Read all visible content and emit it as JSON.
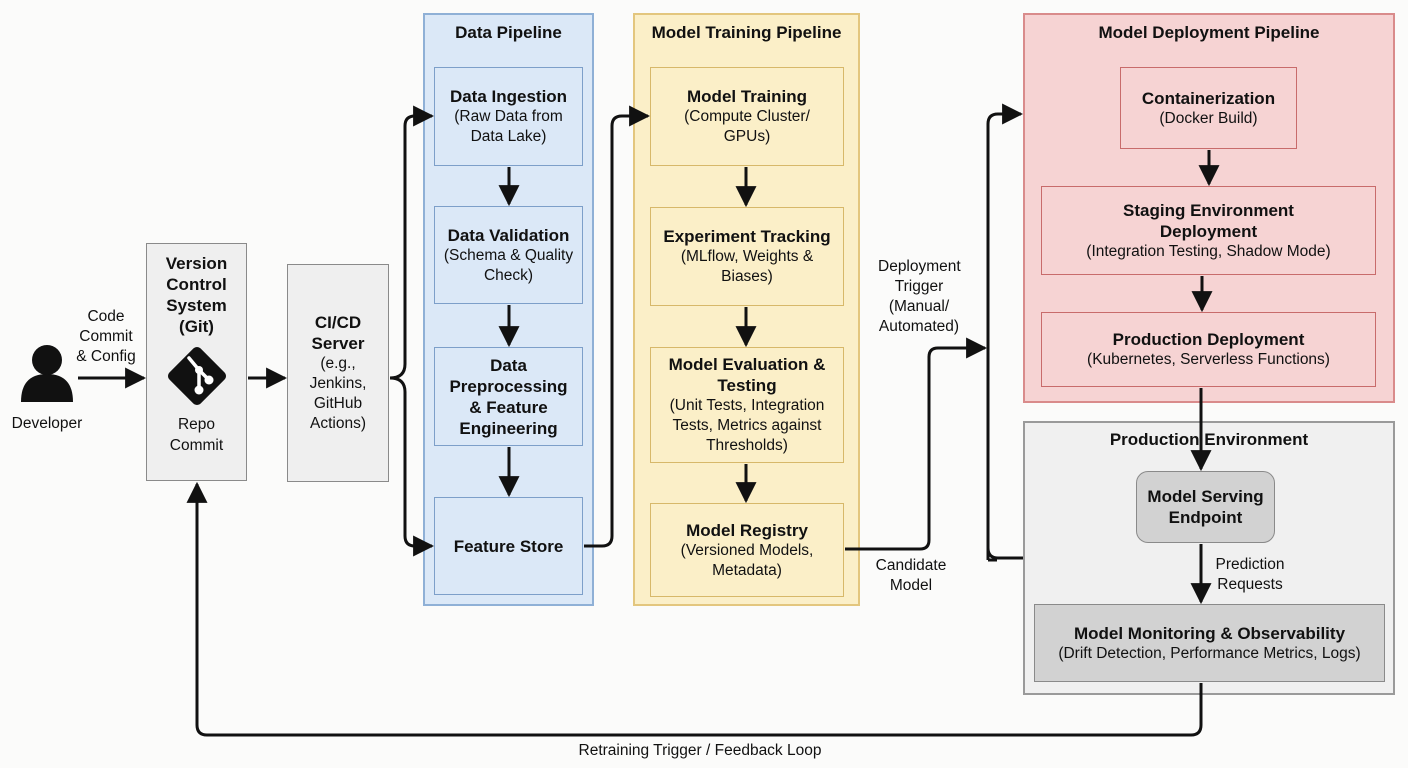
{
  "developer": {
    "label": "Developer",
    "icon": "user-icon"
  },
  "edges": {
    "code_commit": "Code\nCommit\n& Config",
    "deployment_trigger": "Deployment\nTrigger\n(Manual/\nAutomated)",
    "candidate_model": "Candidate\nModel",
    "prediction_requests": "Prediction\nRequests",
    "retraining": "Retraining Trigger / Feedback Loop"
  },
  "vcs": {
    "title": "Version\nControl\nSystem\n(Git)",
    "icon": "git-icon",
    "sub": "Repo\nCommit"
  },
  "cicd": {
    "title": "CI/CD\nServer",
    "sub": "(e.g.,\nJenkins,\nGitHub\nActions)"
  },
  "data_pipeline": {
    "title": "Data Pipeline",
    "nodes": [
      {
        "title": "Data Ingestion",
        "sub": "(Raw Data from\nData Lake)"
      },
      {
        "title": "Data Validation",
        "sub": "(Schema & Quality\nCheck)"
      },
      {
        "title": "Data\nPreprocessing\n& Feature\nEngineering",
        "sub": ""
      },
      {
        "title": "Feature Store",
        "sub": ""
      }
    ]
  },
  "training_pipeline": {
    "title": "Model Training Pipeline",
    "nodes": [
      {
        "title": "Model Training",
        "sub": "(Compute Cluster/\nGPUs)"
      },
      {
        "title": "Experiment Tracking",
        "sub": "(MLflow, Weights &\nBiases)"
      },
      {
        "title": "Model Evaluation &\nTesting",
        "sub": "(Unit Tests, Integration\nTests, Metrics against\nThresholds)"
      },
      {
        "title": "Model Registry",
        "sub": "(Versioned Models,\nMetadata)"
      }
    ]
  },
  "deployment_pipeline": {
    "title": "Model Deployment Pipeline",
    "nodes": [
      {
        "title": "Containerization",
        "sub": "(Docker Build)"
      },
      {
        "title": "Staging Environment\nDeployment",
        "sub": "(Integration Testing, Shadow Mode)"
      },
      {
        "title": "Production Deployment",
        "sub": "(Kubernetes, Serverless Functions)"
      }
    ]
  },
  "production_env": {
    "title": "Production Environment",
    "nodes": [
      {
        "title": "Model Serving\nEndpoint",
        "sub": ""
      },
      {
        "title": "Model Monitoring & Observability",
        "sub": "(Drift Detection, Performance Metrics, Logs)"
      }
    ]
  },
  "colors": {
    "data": "#dbe8f7",
    "training": "#fbefc8",
    "deployment": "#f6d3d3",
    "production": "#f0f0f0",
    "node_gray": "#d2d2d2"
  }
}
